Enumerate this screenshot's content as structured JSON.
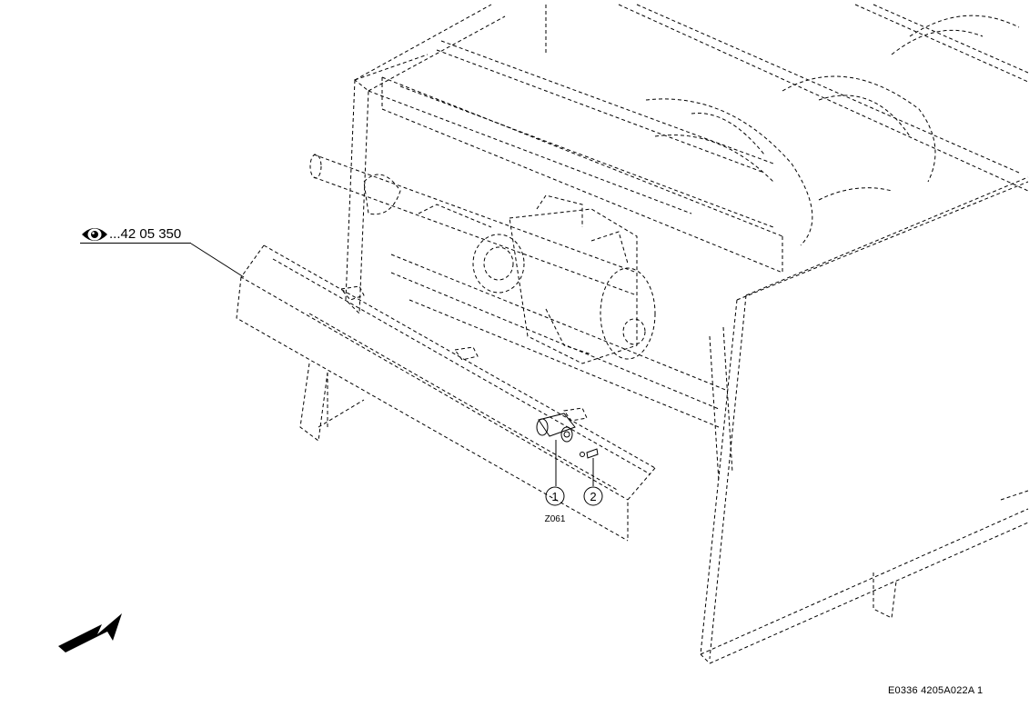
{
  "reference": {
    "icon": "eye-icon",
    "text": "...42 05 350"
  },
  "callouts": [
    {
      "number": "1"
    },
    {
      "number": "2"
    }
  ],
  "component_code": "Z061",
  "drawing_id": "E0336 4205A022A 1",
  "direction_indicator": "arrow-icon"
}
